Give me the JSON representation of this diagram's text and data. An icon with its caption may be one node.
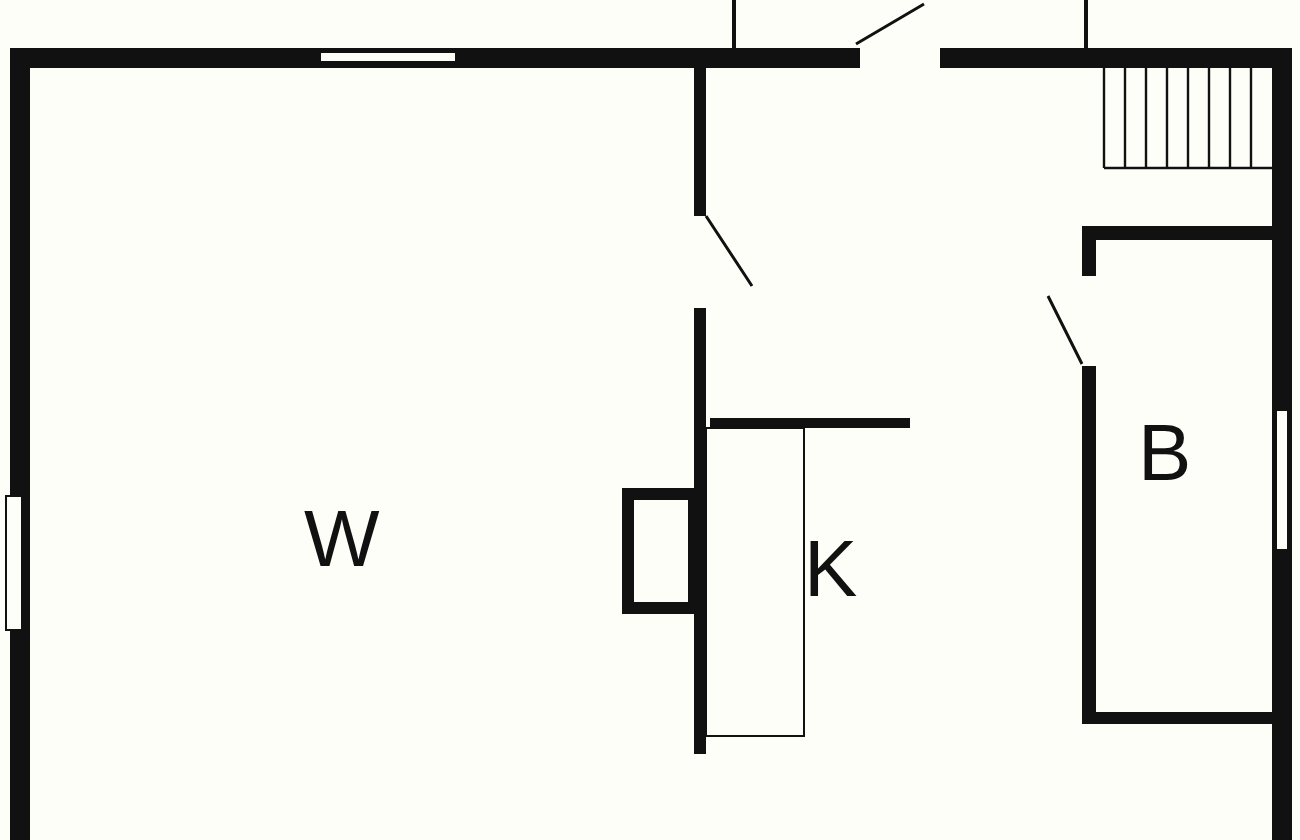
{
  "diagram": {
    "labels": [
      "W",
      "K",
      "B"
    ]
  }
}
